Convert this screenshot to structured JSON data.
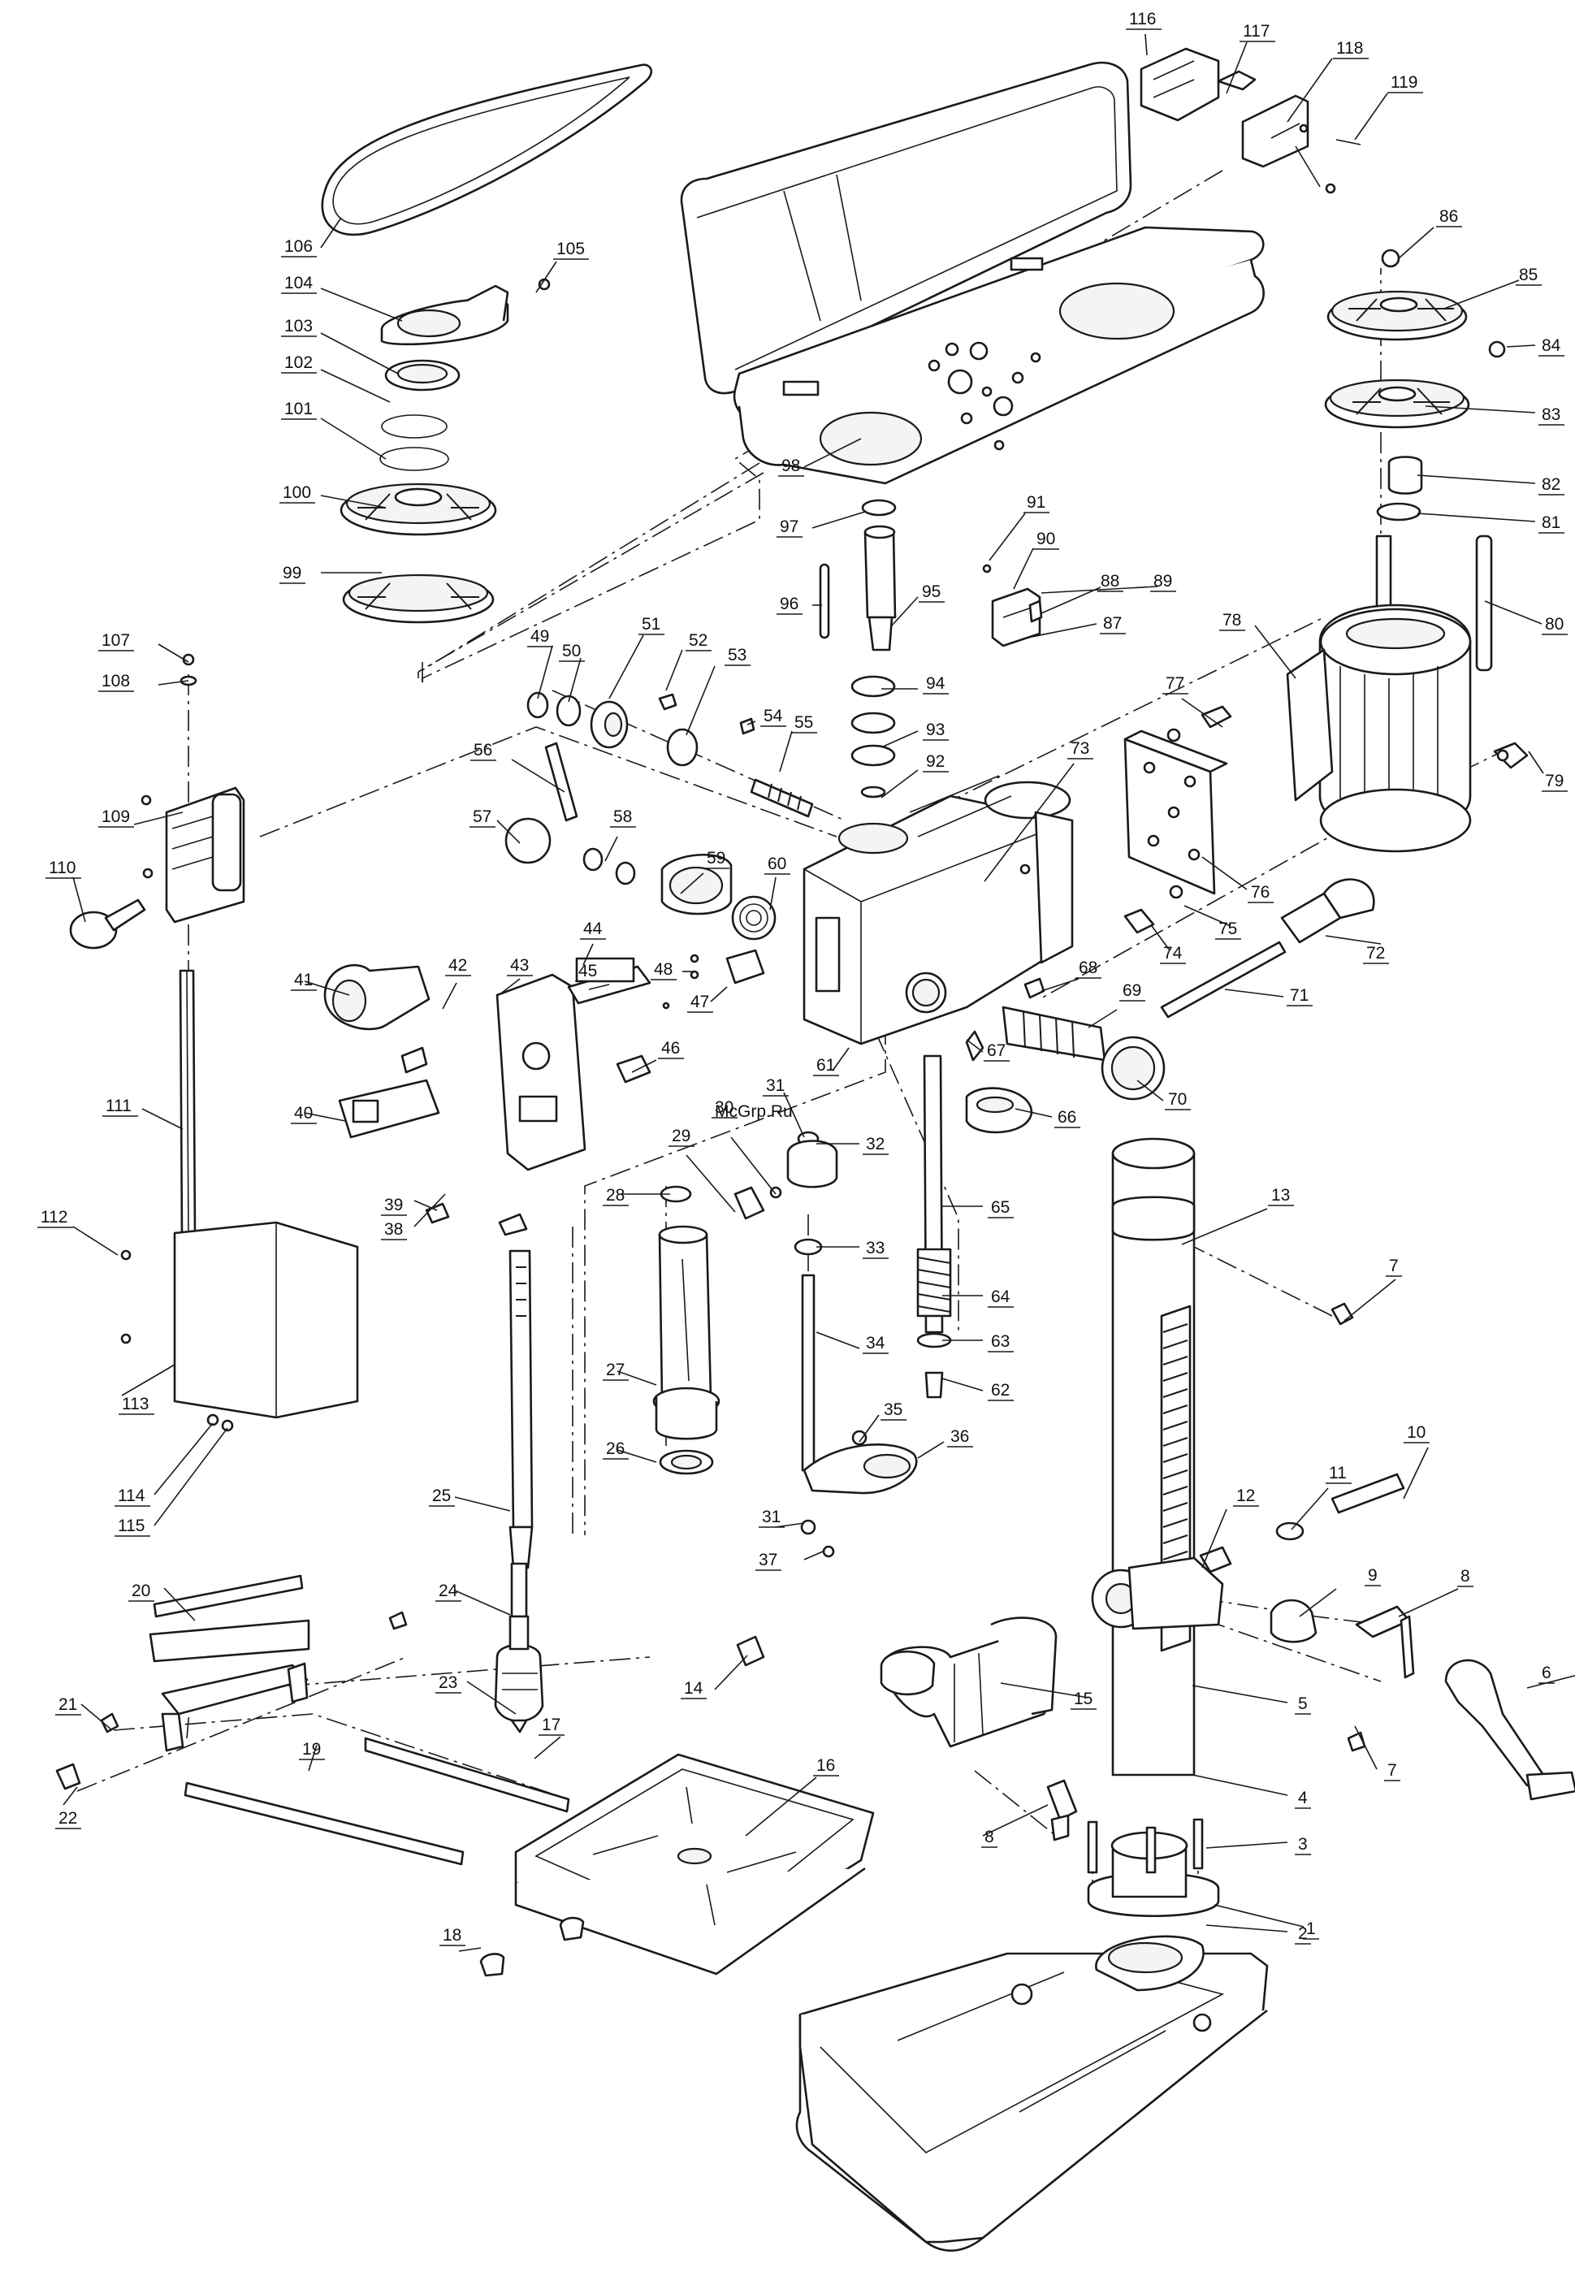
{
  "watermark": "McGrp.Ru",
  "callouts": [
    {
      "label": "1",
      "line": [
        1495,
        2345,
        1605,
        2372
      ],
      "text": [
        1608,
        2381
      ]
    },
    {
      "label": "2",
      "line": [
        1485,
        2370,
        1585,
        2378
      ],
      "text": [
        1598,
        2387
      ]
    },
    {
      "label": "3",
      "line": [
        1485,
        2275,
        1585,
        2268
      ],
      "text": [
        1598,
        2277
      ]
    },
    {
      "label": "4",
      "line": [
        1468,
        2185,
        1585,
        2210
      ],
      "text": [
        1598,
        2220
      ]
    },
    {
      "label": "5",
      "line": [
        1468,
        2075,
        1585,
        2096
      ],
      "text": [
        1598,
        2104
      ]
    },
    {
      "label": "6",
      "line": [
        1880,
        2078,
        1950,
        2060
      ],
      "text": [
        1898,
        2066
      ]
    },
    {
      "label": "7",
      "line": [
        1668,
        2125,
        1695,
        2178
      ],
      "text": [
        1708,
        2186
      ]
    },
    {
      "label": "7",
      "line": [
        1655,
        1626,
        1718,
        1575
      ],
      "text": [
        1710,
        1565
      ]
    },
    {
      "label": "8",
      "line": [
        1722,
        1990,
        1795,
        1956
      ],
      "text": [
        1798,
        1947
      ]
    },
    {
      "label": "8",
      "line": [
        1290,
        2222,
        1210,
        2260
      ],
      "text": [
        1212,
        2268
      ]
    },
    {
      "label": "9",
      "line": [
        1600,
        1990,
        1645,
        1956
      ],
      "text": [
        1684,
        1946
      ]
    },
    {
      "label": "10",
      "line": [
        1728,
        1845,
        1758,
        1782
      ],
      "text": [
        1732,
        1770
      ]
    },
    {
      "label": "11",
      "line": [
        1590,
        1883,
        1635,
        1832
      ],
      "text": [
        1636,
        1820
      ]
    },
    {
      "label": "12",
      "line": [
        1480,
        1930,
        1510,
        1858
      ],
      "text": [
        1522,
        1848
      ]
    },
    {
      "label": "13",
      "line": [
        1455,
        1532,
        1560,
        1488
      ],
      "text": [
        1565,
        1478
      ]
    },
    {
      "label": "14",
      "line": [
        920,
        2038,
        880,
        2080
      ],
      "text": [
        842,
        2085
      ]
    },
    {
      "label": "15",
      "line": [
        1232,
        2072,
        1340,
        2090
      ],
      "text": [
        1322,
        2098
      ]
    },
    {
      "label": "16",
      "line": [
        918,
        2260,
        1005,
        2188
      ],
      "text": [
        1005,
        2180
      ]
    },
    {
      "label": "17",
      "line": [
        658,
        2165,
        690,
        2138
      ],
      "text": [
        667,
        2130
      ]
    },
    {
      "label": "18",
      "line": [
        592,
        2398,
        565,
        2402
      ],
      "text": [
        545,
        2389
      ]
    },
    {
      "label": "19",
      "line": [
        380,
        2180,
        390,
        2148
      ],
      "text": [
        372,
        2160
      ]
    },
    {
      "label": "20",
      "line": [
        240,
        1995,
        202,
        1955
      ],
      "text": [
        162,
        1965
      ]
    },
    {
      "label": "21",
      "line": [
        138,
        2130,
        100,
        2098
      ],
      "text": [
        72,
        2105
      ]
    },
    {
      "label": "22",
      "line": [
        95,
        2200,
        78,
        2222
      ],
      "text": [
        72,
        2245
      ]
    },
    {
      "label": "23",
      "line": [
        635,
        2110,
        575,
        2070
      ],
      "text": [
        540,
        2078
      ]
    },
    {
      "label": "24",
      "line": [
        628,
        1988,
        560,
        1958
      ],
      "text": [
        540,
        1965
      ]
    },
    {
      "label": "25",
      "line": [
        628,
        1860,
        560,
        1843
      ],
      "text": [
        532,
        1848
      ]
    },
    {
      "label": "26",
      "line": [
        808,
        1800,
        760,
        1785
      ],
      "text": [
        746,
        1790
      ]
    },
    {
      "label": "27",
      "line": [
        808,
        1705,
        760,
        1688
      ],
      "text": [
        746,
        1693
      ]
    },
    {
      "label": "28",
      "line": [
        825,
        1470,
        765,
        1470
      ],
      "text": [
        746,
        1478
      ]
    },
    {
      "label": "29",
      "line": [
        905,
        1492,
        845,
        1422
      ],
      "text": [
        827,
        1405
      ]
    },
    {
      "label": "30",
      "line": [
        955,
        1470,
        900,
        1400
      ],
      "text": [
        880,
        1370
      ]
    },
    {
      "label": "31",
      "line": [
        990,
        1400,
        965,
        1345
      ],
      "text": [
        943,
        1343
      ]
    },
    {
      "label": "31",
      "line": [
        990,
        1875,
        955,
        1880
      ],
      "text": [
        938,
        1874
      ]
    },
    {
      "label": "32",
      "line": [
        1005,
        1408,
        1058,
        1408
      ],
      "text": [
        1066,
        1415
      ]
    },
    {
      "label": "33",
      "line": [
        1005,
        1535,
        1058,
        1535
      ],
      "text": [
        1066,
        1543
      ]
    },
    {
      "label": "34",
      "line": [
        1005,
        1640,
        1058,
        1660
      ],
      "text": [
        1066,
        1660
      ]
    },
    {
      "label": "35",
      "line": [
        1058,
        1775,
        1082,
        1742
      ],
      "text": [
        1088,
        1742
      ]
    },
    {
      "label": "36",
      "line": [
        1130,
        1795,
        1162,
        1775
      ],
      "text": [
        1170,
        1775
      ]
    },
    {
      "label": "37",
      "line": [
        1013,
        1910,
        990,
        1920
      ],
      "text": [
        934,
        1927
      ]
    },
    {
      "label": "38",
      "line": [
        548,
        1470,
        510,
        1510
      ],
      "text": [
        473,
        1520
      ]
    },
    {
      "label": "39",
      "line": [
        538,
        1490,
        510,
        1478
      ],
      "text": [
        473,
        1490
      ]
    },
    {
      "label": "40",
      "line": [
        425,
        1380,
        375,
        1370
      ],
      "text": [
        362,
        1377
      ]
    },
    {
      "label": "41",
      "line": [
        430,
        1225,
        375,
        1208
      ],
      "text": [
        362,
        1213
      ]
    },
    {
      "label": "42",
      "line": [
        545,
        1242,
        562,
        1210
      ],
      "text": [
        552,
        1195
      ]
    },
    {
      "label": "43",
      "line": [
        618,
        1222,
        640,
        1205
      ],
      "text": [
        628,
        1195
      ]
    },
    {
      "label": "44",
      "line": [
        718,
        1188,
        730,
        1162
      ],
      "text": [
        718,
        1150
      ]
    },
    {
      "label": "45",
      "line": [
        725,
        1218,
        750,
        1212
      ],
      "text": [
        712,
        1202
      ]
    },
    {
      "label": "46",
      "line": [
        778,
        1320,
        808,
        1305
      ],
      "text": [
        814,
        1297
      ]
    },
    {
      "label": "47",
      "line": [
        895,
        1215,
        875,
        1233
      ],
      "text": [
        850,
        1240
      ]
    },
    {
      "label": "48",
      "line": [
        855,
        1196,
        840,
        1196
      ],
      "text": [
        805,
        1200
      ]
    },
    {
      "label": "49",
      "line": [
        662,
        860,
        680,
        795
      ],
      "text": [
        653,
        790
      ]
    },
    {
      "label": "50",
      "line": [
        700,
        864,
        715,
        810
      ],
      "text": [
        692,
        808
      ]
    },
    {
      "label": "51",
      "line": [
        750,
        860,
        792,
        782
      ],
      "text": [
        790,
        775
      ]
    },
    {
      "label": "52",
      "line": [
        820,
        850,
        840,
        800
      ],
      "text": [
        848,
        795
      ]
    },
    {
      "label": "53",
      "line": [
        845,
        905,
        880,
        820
      ],
      "text": [
        896,
        813
      ]
    },
    {
      "label": "54",
      "line": [
        920,
        892,
        930,
        888
      ],
      "text": [
        940,
        888
      ]
    },
    {
      "label": "55",
      "line": [
        960,
        950,
        975,
        900
      ],
      "text": [
        978,
        896
      ]
    },
    {
      "label": "56",
      "line": [
        695,
        975,
        630,
        935
      ],
      "text": [
        583,
        930
      ]
    },
    {
      "label": "57",
      "line": [
        640,
        1038,
        612,
        1010
      ],
      "text": [
        582,
        1012
      ]
    },
    {
      "label": "58",
      "line": [
        745,
        1060,
        760,
        1030
      ],
      "text": [
        755,
        1012
      ]
    },
    {
      "label": "59",
      "line": [
        838,
        1100,
        866,
        1075
      ],
      "text": [
        870,
        1063
      ]
    },
    {
      "label": "60",
      "line": [
        948,
        1120,
        955,
        1080
      ],
      "text": [
        945,
        1070
      ]
    },
    {
      "label": "61",
      "line": [
        1045,
        1290,
        1025,
        1318
      ],
      "text": [
        1005,
        1318
      ]
    },
    {
      "label": "62",
      "line": [
        1160,
        1697,
        1210,
        1712
      ],
      "text": [
        1220,
        1718
      ]
    },
    {
      "label": "63",
      "line": [
        1160,
        1650,
        1210,
        1650
      ],
      "text": [
        1220,
        1658
      ]
    },
    {
      "label": "64",
      "line": [
        1160,
        1595,
        1210,
        1595
      ],
      "text": [
        1220,
        1603
      ]
    },
    {
      "label": "65",
      "line": [
        1160,
        1485,
        1210,
        1485
      ],
      "text": [
        1220,
        1493
      ]
    },
    {
      "label": "66",
      "line": [
        1250,
        1365,
        1295,
        1375
      ],
      "text": [
        1302,
        1382
      ]
    },
    {
      "label": "67",
      "line": [
        1190,
        1280,
        1210,
        1295
      ],
      "text": [
        1215,
        1300
      ]
    },
    {
      "label": "68",
      "line": [
        1282,
        1220,
        1328,
        1205
      ],
      "text": [
        1328,
        1198
      ]
    },
    {
      "label": "69",
      "line": [
        1340,
        1265,
        1375,
        1243
      ],
      "text": [
        1382,
        1226
      ]
    },
    {
      "label": "70",
      "line": [
        1400,
        1330,
        1432,
        1355
      ],
      "text": [
        1438,
        1360
      ]
    },
    {
      "label": "71",
      "line": [
        1508,
        1218,
        1580,
        1227
      ],
      "text": [
        1588,
        1232
      ]
    },
    {
      "label": "72",
      "line": [
        1632,
        1152,
        1700,
        1162
      ],
      "text": [
        1682,
        1180
      ]
    },
    {
      "label": "73",
      "line": [
        1212,
        1085,
        1322,
        940
      ],
      "text": [
        1318,
        928
      ]
    },
    {
      "label": "74",
      "line": [
        1418,
        1140,
        1440,
        1170
      ],
      "text": [
        1432,
        1180
      ]
    },
    {
      "label": "75",
      "line": [
        1458,
        1115,
        1515,
        1140
      ],
      "text": [
        1500,
        1150
      ]
    },
    {
      "label": "76",
      "line": [
        1480,
        1055,
        1535,
        1095
      ],
      "text": [
        1540,
        1105
      ]
    },
    {
      "label": "77",
      "line": [
        1505,
        895,
        1455,
        860
      ],
      "text": [
        1435,
        848
      ]
    },
    {
      "label": "78",
      "line": [
        1595,
        835,
        1545,
        770
      ],
      "text": [
        1505,
        770
      ]
    },
    {
      "label": "79",
      "line": [
        1882,
        925,
        1900,
        952
      ],
      "text": [
        1902,
        968
      ]
    },
    {
      "label": "80",
      "line": [
        1828,
        740,
        1898,
        768
      ],
      "text": [
        1902,
        775
      ]
    },
    {
      "label": "81",
      "line": [
        1745,
        632,
        1890,
        642
      ],
      "text": [
        1898,
        650
      ]
    },
    {
      "label": "82",
      "line": [
        1745,
        585,
        1890,
        595
      ],
      "text": [
        1898,
        603
      ]
    },
    {
      "label": "83",
      "line": [
        1755,
        500,
        1890,
        508
      ],
      "text": [
        1898,
        517
      ]
    },
    {
      "label": "84",
      "line": [
        1855,
        427,
        1890,
        425
      ],
      "text": [
        1898,
        432
      ]
    },
    {
      "label": "85",
      "line": [
        1778,
        380,
        1870,
        345
      ],
      "text": [
        1870,
        345
      ]
    },
    {
      "label": "86",
      "line": [
        1722,
        318,
        1765,
        280
      ],
      "text": [
        1772,
        273
      ]
    },
    {
      "label": "87",
      "line": [
        1265,
        785,
        1350,
        768
      ],
      "text": [
        1358,
        774
      ]
    },
    {
      "label": "88",
      "line": [
        1282,
        755,
        1355,
        723
      ],
      "text": [
        1355,
        722
      ]
    },
    {
      "label": "89",
      "line": [
        1282,
        730,
        1425,
        722
      ],
      "text": [
        1420,
        722
      ]
    },
    {
      "label": "90",
      "line": [
        1248,
        725,
        1272,
        675
      ],
      "text": [
        1276,
        670
      ]
    },
    {
      "label": "91",
      "line": [
        1218,
        690,
        1262,
        632
      ],
      "text": [
        1264,
        625
      ]
    },
    {
      "label": "92",
      "line": [
        1085,
        982,
        1130,
        948
      ],
      "text": [
        1140,
        944
      ]
    },
    {
      "label": "93",
      "line": [
        1085,
        920,
        1130,
        900
      ],
      "text": [
        1140,
        905
      ]
    },
    {
      "label": "94",
      "line": [
        1085,
        848,
        1130,
        848
      ],
      "text": [
        1140,
        848
      ]
    },
    {
      "label": "95",
      "line": [
        1098,
        770,
        1130,
        735
      ],
      "text": [
        1135,
        735
      ]
    },
    {
      "label": "96",
      "line": [
        1012,
        745,
        1000,
        745
      ],
      "text": [
        960,
        750
      ]
    },
    {
      "label": "97",
      "line": [
        1065,
        630,
        1000,
        650
      ],
      "text": [
        960,
        655
      ]
    },
    {
      "label": "98",
      "line": [
        1060,
        540,
        990,
        575
      ],
      "text": [
        962,
        580
      ]
    },
    {
      "label": "99",
      "line": [
        470,
        705,
        395,
        705
      ],
      "text": [
        348,
        712
      ]
    },
    {
      "label": "100",
      "line": [
        475,
        625,
        395,
        610
      ],
      "text": [
        348,
        613
      ]
    },
    {
      "label": "101",
      "line": [
        475,
        565,
        395,
        515
      ],
      "text": [
        350,
        510
      ]
    },
    {
      "label": "102",
      "line": [
        480,
        495,
        395,
        455
      ],
      "text": [
        350,
        453
      ]
    },
    {
      "label": "103",
      "line": [
        490,
        460,
        395,
        410
      ],
      "text": [
        350,
        408
      ]
    },
    {
      "label": "104",
      "line": [
        495,
        395,
        395,
        355
      ],
      "text": [
        350,
        355
      ]
    },
    {
      "label": "105",
      "line": [
        660,
        360,
        685,
        322
      ],
      "text": [
        685,
        313
      ]
    },
    {
      "label": "106",
      "line": [
        420,
        268,
        395,
        305
      ],
      "text": [
        350,
        310
      ]
    },
    {
      "label": "107",
      "line": [
        232,
        815,
        195,
        793
      ],
      "text": [
        125,
        795
      ]
    },
    {
      "label": "108",
      "line": [
        232,
        838,
        195,
        843
      ],
      "text": [
        125,
        845
      ]
    },
    {
      "label": "109",
      "line": [
        225,
        1000,
        165,
        1015
      ],
      "text": [
        125,
        1012
      ]
    },
    {
      "label": "110",
      "line": [
        105,
        1135,
        90,
        1080
      ],
      "text": [
        60,
        1075
      ]
    },
    {
      "label": "111",
      "line": [
        225,
        1390,
        175,
        1365
      ],
      "text": [
        130,
        1368
      ]
    },
    {
      "label": "112",
      "line": [
        145,
        1545,
        90,
        1510
      ],
      "text": [
        50,
        1505
      ]
    },
    {
      "label": "113",
      "line": [
        215,
        1680,
        150,
        1718
      ],
      "text": [
        150,
        1735
      ]
    },
    {
      "label": "114",
      "line": [
        262,
        1752,
        190,
        1840
      ],
      "text": [
        145,
        1848
      ]
    },
    {
      "label": "115",
      "line": [
        280,
        1758,
        190,
        1878
      ],
      "text": [
        145,
        1885
      ]
    },
    {
      "label": "116",
      "line": [
        1412,
        68,
        1410,
        42
      ],
      "text": [
        1390,
        30
      ]
    },
    {
      "label": "117",
      "line": [
        1510,
        115,
        1535,
        52
      ],
      "text": [
        1530,
        45
      ]
    },
    {
      "label": "118",
      "line": [
        1585,
        150,
        1640,
        72
      ],
      "text": [
        1645,
        66
      ]
    },
    {
      "label": "119",
      "line": [
        1668,
        172,
        1708,
        115
      ],
      "text": [
        1712,
        108
      ]
    }
  ]
}
